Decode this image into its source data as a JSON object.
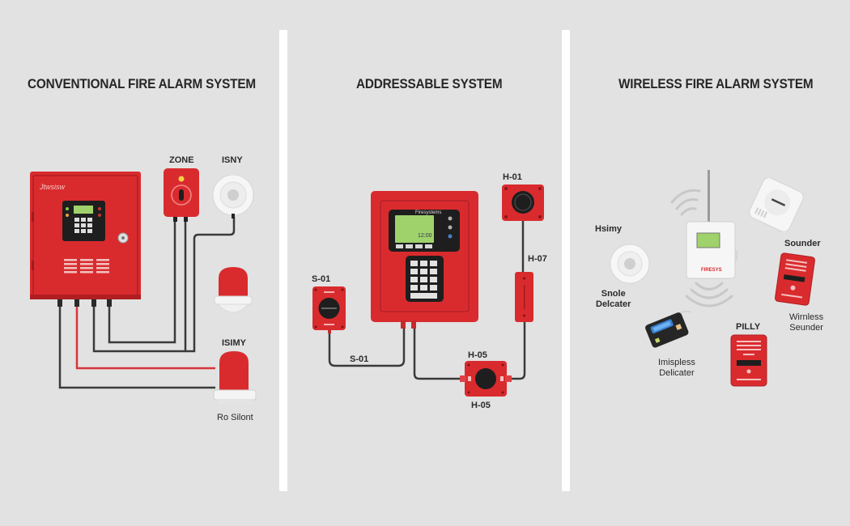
{
  "panels": [
    {
      "title": "CONVENTIONAL FIRE ALARM SYSTEM",
      "control_panel": {
        "brand": "Jtwsisw",
        "display": ""
      },
      "labels": {
        "zone": "ZONE",
        "detector": "ISNY",
        "sounder_top": "ISIMY",
        "sounder_bottom": "Ro Silont"
      }
    },
    {
      "title": "ADDRESSABLE SYSTEM",
      "control_panel": {
        "brand": "Firesystems",
        "display": "12:00"
      },
      "labels": {
        "h01": "H-01",
        "h07": "H-07",
        "s01_device": "S-01",
        "s01_wire": "S-01",
        "h05_top": "H-05",
        "h05_bottom": "H-05"
      }
    },
    {
      "title": "WIRELESS FIRE ALARM SYSTEM",
      "hub": {
        "brand": "FIRESYS"
      },
      "labels": {
        "hsimy": "Hsimy",
        "smoke_detector": [
          "Snole",
          "Delcater"
        ],
        "sounder": "Sounder",
        "wireless_sounder": [
          "Wirnless",
          "Seunder"
        ],
        "pilly": "PILLY",
        "wireless_detector": [
          "Imispless",
          "Delicater"
        ]
      }
    }
  ],
  "colors": {
    "background": "#e2e2e2",
    "divider": "#ffffff",
    "device_red": "#d92b2e",
    "device_red_dark": "#b01e22",
    "wire_black": "#3a3a3a",
    "wire_red": "#d8353a",
    "lcd_green": "#9fd26a",
    "detector_white": "#f4f4f4"
  }
}
